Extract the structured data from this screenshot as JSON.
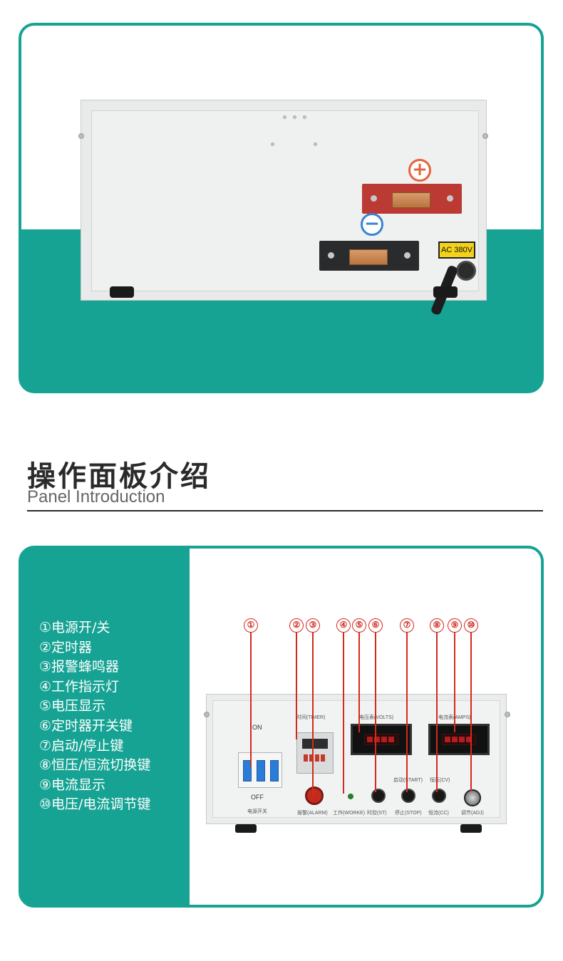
{
  "rear_view": {
    "plus_symbol": "+",
    "minus_symbol": "−",
    "ac_label": "AC 380V"
  },
  "section_heading": {
    "title_cn": "操作面板介绍",
    "title_en": "Panel Introduction"
  },
  "legend": [
    "①电源开/关",
    "②定时器",
    "③报警蜂鸣器",
    "④工作指示灯",
    "⑤电压显示",
    "⑥定时器开关键",
    "⑦启动/停止键",
    "⑧恒压/恒流切换键",
    "⑨电流显示",
    "⑩电压/电流调节键"
  ],
  "front_panel": {
    "on_label": "ON",
    "off_label": "OFF",
    "power_switch_label": "电源开关",
    "timer_label": "时间(TIMER)",
    "volts_label": "电压表(VOLTS)",
    "amps_label": "电流表(AMPS)",
    "alarm_label": "报警(ALARM)",
    "work_label": "工作(WORKE)",
    "timer_switch_label": "时控(ST)",
    "start_label": "启动(START)",
    "stop_label": "停止(STOP)",
    "cv_label": "恒压(CV)",
    "cc_label": "恒流(CC)",
    "adj_label": "调节(ADJ)"
  },
  "callouts": [
    "①",
    "②",
    "③",
    "④",
    "⑤",
    "⑥",
    "⑦",
    "⑧",
    "⑨",
    "⑩"
  ],
  "colors": {
    "accent": "#16a394",
    "callout_red": "#d42a1e"
  }
}
